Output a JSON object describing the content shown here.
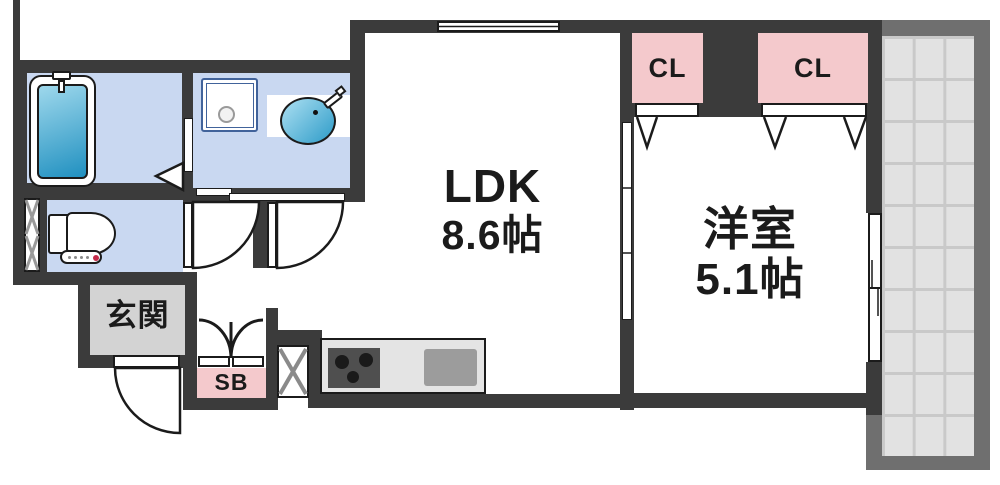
{
  "plan": {
    "rooms": {
      "ldk": {
        "label": "LDK",
        "size": "8.6帖"
      },
      "bedroom": {
        "label": "洋室",
        "size": "5.1帖"
      },
      "entrance": {
        "label": "玄関"
      }
    },
    "storage": {
      "closet_left": "CL",
      "closet_right": "CL",
      "shoe_box": "SB"
    },
    "fixtures": [
      "bathtub",
      "shower-faucet",
      "washing-machine-pan",
      "washbasin",
      "basin-faucet",
      "toilet",
      "toilet-control-panel",
      "kitchen-stove",
      "kitchen-sink",
      "pipe-space-x",
      "meter-box-x"
    ],
    "openings": [
      "sliding-window-top",
      "balcony-sliding-window",
      "room-partition-sliding-door",
      "entrance-swing-door",
      "hall-swing-door",
      "ldk-swing-door",
      "bathroom-folding-door",
      "closet-folding-doors",
      "shoebox-bifold-door",
      "washroom-sliding-door"
    ],
    "colors": {
      "wall": "#3b3b3b",
      "water_room_floor": "#c9d8f1",
      "closet_pink": "#f4c9cc",
      "entrance_gray": "#d3d3d3",
      "tub_gradient_top": "#9ed8ec",
      "tub_gradient_bottom": "#2090c0",
      "balcony_frame": "#6f6f6f",
      "balcony_tile": "#e2e2e2",
      "text": "#1b1b1b"
    }
  }
}
